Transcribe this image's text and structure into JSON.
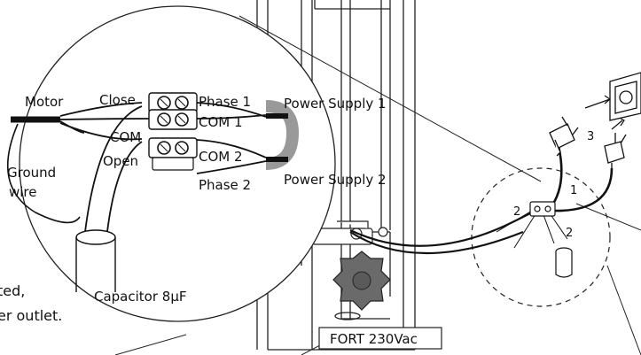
{
  "labels": {
    "motor": "Motor",
    "ground_line1": "Ground",
    "ground_line2": "wire",
    "close": "Close",
    "com_left": "COM",
    "open": "Open",
    "phase1": "Phase 1",
    "com1": "COM 1",
    "com2": "COM 2",
    "phase2": "Phase 2",
    "power_supply_1": "Power Supply 1",
    "power_supply_2": "Power Supply 2",
    "capacitor": "Capacitor 8μF",
    "model": "FORT 230Vac"
  },
  "callouts": {
    "n1": "1",
    "n2a": "2",
    "n2b": "2",
    "n3": "3"
  },
  "caption": {
    "line1": "ted,",
    "line2": "er outlet."
  },
  "colors": {
    "line": "#1a1a1a",
    "knob": "#6a6a6a"
  }
}
